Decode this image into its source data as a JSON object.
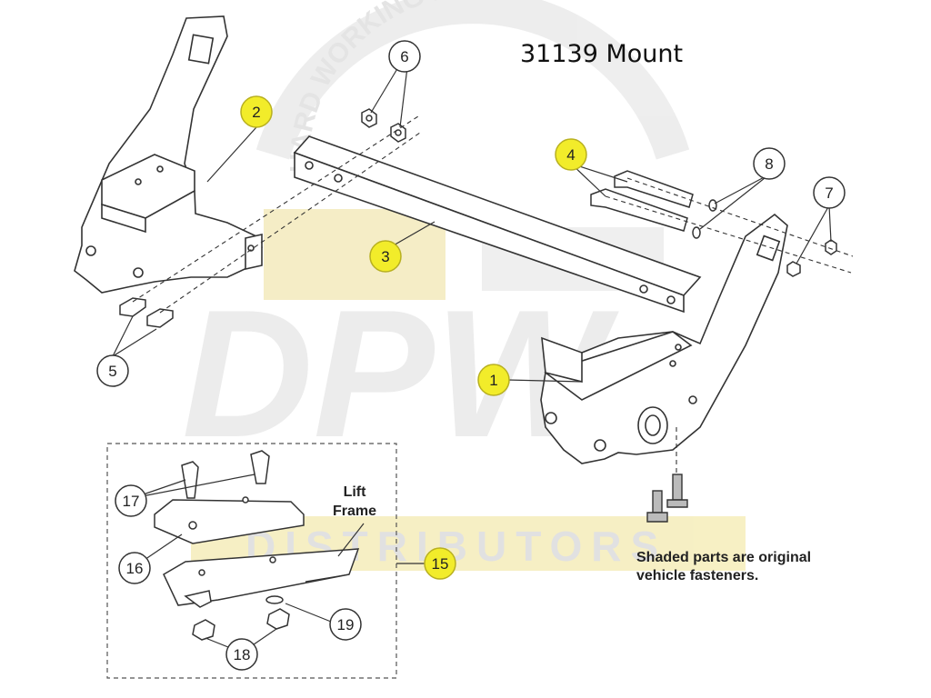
{
  "title": "31139 Mount",
  "note": {
    "line1": "Shaded parts are original",
    "line2": "vehicle fasteners."
  },
  "lift_frame": {
    "line1": "Lift",
    "line2": "Frame"
  },
  "watermark": {
    "arc_text": "HARD WORKING PARTS",
    "big_text": "DPW",
    "banner_text": "DISTRIBUTORS",
    "color_gold": "#f3e6a6",
    "color_grey": "#e6e6e6"
  },
  "callouts": [
    {
      "id": "1",
      "label": "1",
      "highlight": true
    },
    {
      "id": "2",
      "label": "2",
      "highlight": true
    },
    {
      "id": "3",
      "label": "3",
      "highlight": true
    },
    {
      "id": "4",
      "label": "4",
      "highlight": true
    },
    {
      "id": "5",
      "label": "5",
      "highlight": false
    },
    {
      "id": "6",
      "label": "6",
      "highlight": false
    },
    {
      "id": "7",
      "label": "7",
      "highlight": false
    },
    {
      "id": "8",
      "label": "8",
      "highlight": false
    },
    {
      "id": "15",
      "label": "15",
      "highlight": true
    },
    {
      "id": "16",
      "label": "16",
      "highlight": false
    },
    {
      "id": "17",
      "label": "17",
      "highlight": false
    },
    {
      "id": "18",
      "label": "18",
      "highlight": false
    },
    {
      "id": "19",
      "label": "19",
      "highlight": false
    }
  ],
  "colors": {
    "highlight_fill": "#f2ec2a",
    "line": "#333333"
  }
}
